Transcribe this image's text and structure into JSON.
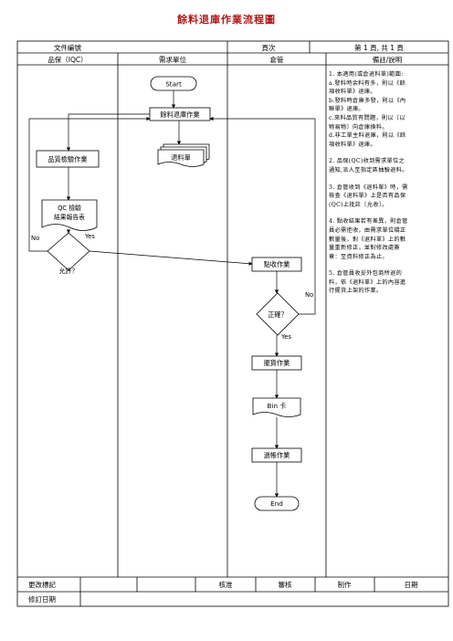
{
  "title": "餘料退庫作業流程圖",
  "header": {
    "row1": {
      "doc_no_label": "文件編號",
      "page_label": "頁次",
      "page_value": "第 1 頁, 共 1 頁"
    },
    "row2": {
      "col1": "品保（IQC）",
      "col2": "需求單位",
      "col3": "倉管",
      "col4": "備註/說明"
    }
  },
  "flow": {
    "start": "Start",
    "return_op": "餘料退庫作業",
    "return_slip": "退料單",
    "qc_op": "品質檢驗作業",
    "qc_report": "QC 檢驗\n結果報告表",
    "allowed": "允許？",
    "yes1": "Yes",
    "no1": "No",
    "receive_op": "點收作業",
    "correct": "正確？",
    "no2": "No",
    "yes2": "Yes",
    "shelve_op": "擺貨作業",
    "bin_card": "Bin 卡",
    "post_op": "過帳作業",
    "end": "End"
  },
  "notes": [
    "1. 本適用(或倉退料單)範圍:\na.發料時余料有多，則以《餘\n項收料單》退庫。\nb.發料時倉庫多發，則以《內\n聯單》退庫。\nc.來料品質有問題，則以〔以\n物易物〕向倉庫換料。\nd.非工單主料退庫，則以《餘\n項收料單》退庫。",
    "2. 品保(QC)收到需求單位之\n通知,派人至指定區抽驗退料。",
    "3. 倉管收到《退料單》時，需\n檢查《退料單》上是否有品保\n(QC)上批註〔允收〕。",
    "4. 點收結果若有差異，則倉管\n員必需拒收，由需求單位矯正\n數量後，對《退料單》上的數\n量重新修正，並對修改處簽\n章：至資料修正為止。",
    "5. 倉管員收妥外包商所退的\n料，依《退料單》上的內容進\n行擺貨上架的作業。"
  ],
  "footer": {
    "change_label": "更改標記",
    "approve": "核准",
    "review": "審核",
    "make": "制作",
    "date": "日期",
    "revise_date_label": "修訂日期"
  }
}
